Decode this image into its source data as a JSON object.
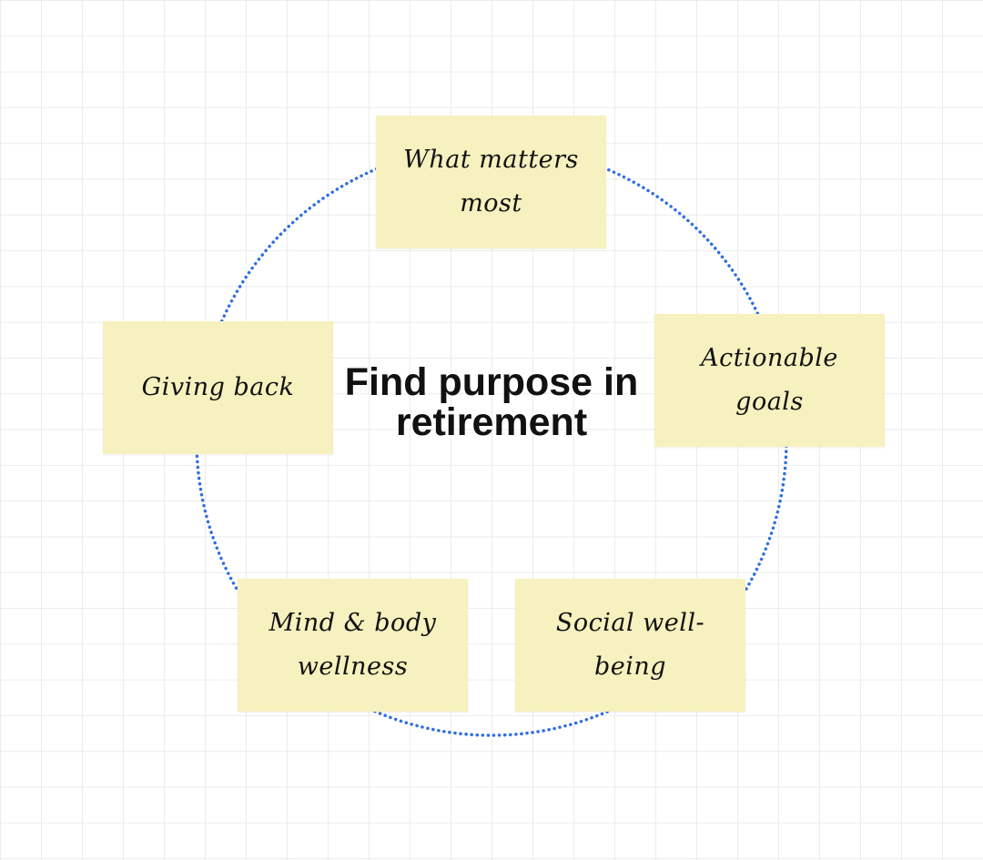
{
  "diagram": {
    "center_title": "Find purpose in retirement",
    "ring_color": "#2f6fe0",
    "sticky_color": "#f6f1be",
    "stickies": {
      "top": "What matters most",
      "right": "Actionable goals",
      "left": "Giving back",
      "bottom_left": "Mind & body wellness",
      "bottom_right": "Social well-being"
    }
  }
}
